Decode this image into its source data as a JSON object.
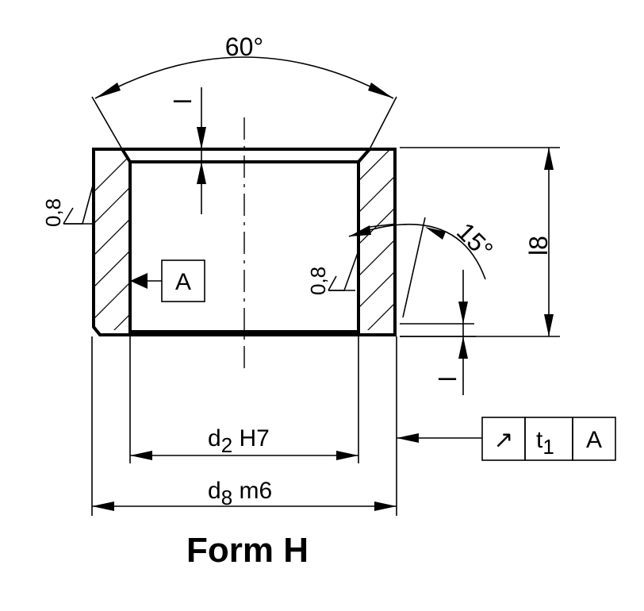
{
  "labels": {
    "angle_60": "60°",
    "angle_15": "15°",
    "length": "l8",
    "roughness_left": "0,8",
    "roughness_inner": "0,8",
    "datum_a": "A",
    "d2_prefix": "d",
    "d2_sub": "2",
    "d2_fit": " H7",
    "d8_prefix": "d",
    "d8_sub": "8",
    "d8_fit": " m6",
    "dash_top": "–",
    "dash_bottom": "–",
    "title": "Form H"
  },
  "tolerance_frame": {
    "symbol": "↗",
    "value_prefix": "t",
    "value_sub": "1",
    "datum": "A"
  }
}
